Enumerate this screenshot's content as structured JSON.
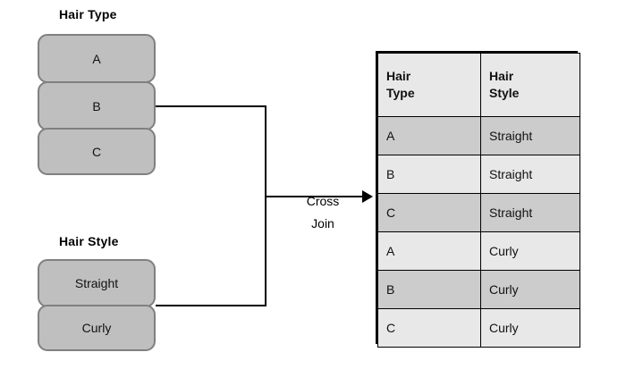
{
  "diagram": {
    "type": "cross-join-illustration",
    "left_groups": [
      {
        "title": "Hair Type",
        "items": [
          "A",
          "B",
          "C"
        ]
      },
      {
        "title": "Hair Style",
        "items": [
          "Straight",
          "Curly"
        ]
      }
    ],
    "connector": {
      "label_line1": "Cross",
      "label_line2": "Join",
      "arrow_direction": "right"
    },
    "result_table": {
      "headers": [
        {
          "line1": "Hair",
          "line2": "Type"
        },
        {
          "line1": "Hair",
          "line2": "Style"
        }
      ],
      "rows": [
        {
          "hair_type": "A",
          "hair_style": "Straight",
          "shade": "dark"
        },
        {
          "hair_type": "B",
          "hair_style": "Straight",
          "shade": "light"
        },
        {
          "hair_type": "C",
          "hair_style": "Straight",
          "shade": "dark"
        },
        {
          "hair_type": "A",
          "hair_style": "Curly",
          "shade": "light"
        },
        {
          "hair_type": "B",
          "hair_style": "Curly",
          "shade": "dark"
        },
        {
          "hair_type": "C",
          "hair_style": "Curly",
          "shade": "light"
        }
      ]
    },
    "colors": {
      "box_fill": "#bfbfbf",
      "box_border": "#808080",
      "row_dark": "#cccccc",
      "row_light": "#e8e8e8",
      "line": "#000000",
      "background": "#ffffff"
    }
  }
}
